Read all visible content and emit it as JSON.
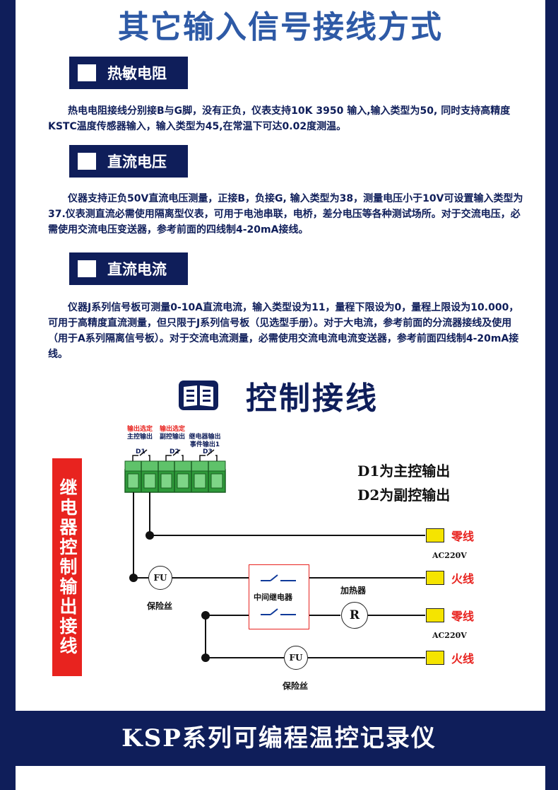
{
  "main_title": "其它输入信号接线方式",
  "sections": [
    {
      "label": "热敏电阻",
      "text": "热电电阻接线分别接B与G脚，没有正负，仪表支持10K 3950 输入,输入类型为50, 同时支持高精度KSTC温度传感器输入，输入类型为45,在常温下可达0.02度测温。"
    },
    {
      "label": "直流电压",
      "text": "仪器支持正负50V直流电压测量，正接B，负接G, 输入类型为38，测量电压小于10V可设置输入类型为37.仪表测直流必需使用隔离型仪表，可用于电池串联，电桥，差分电压等各种测试场所。对于交流电压，必需使用交流电压变送器，参考前面的四线制4-20mA接线。"
    },
    {
      "label": "直流电流",
      "text": "仪器J系列信号板可测量0-10A直流电流，输入类型设为11，量程下限设为0，量程上限设为10.000，可用于高精度直流测量，但只限于J系列信号板（见选型手册）。对于大电流，参考前面的分流器接线及使用（用于A系列隔离信号板）。对于交流电流测量，必需使用交流电流电流变送器，参考前面四线制4-20mA接线。"
    }
  ],
  "control": {
    "title": "控制接线",
    "side_label": "继电器控制输出接线",
    "terminals": [
      {
        "red": "输出选定",
        "blue": "主控输出",
        "name": "D1"
      },
      {
        "red": "输出选定",
        "blue": "副控输出",
        "name": "D2"
      },
      {
        "red": "",
        "blue": "继电器输出\n事件输出1",
        "name": "D3"
      }
    ],
    "notes": [
      "D1为主控输出",
      "D2为副控输出"
    ],
    "wires": {
      "neutral": "零线",
      "live": "火线",
      "ac": "AC220V"
    },
    "fuse": "FU",
    "fuse_label": "保险丝",
    "relay_label": "中间继电器",
    "heater_label": "加热器",
    "heater_symbol": "R"
  },
  "footer_title": "KSP系列可编程温控记录仪",
  "colors": {
    "navy": "#0f1e5a",
    "title_blue": "#2e5aa6",
    "red": "#e8231f",
    "yellow": "#f5e400",
    "terminal_green": "#2e9a3a"
  }
}
